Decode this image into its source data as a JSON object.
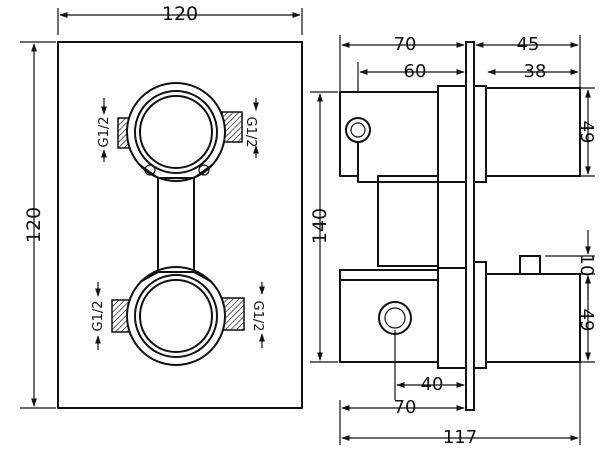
{
  "front_view": {
    "width_label": "120",
    "height_label": "120",
    "thread_labels": [
      "G1/2",
      "G1/2",
      "G1/2",
      "G1/2"
    ]
  },
  "side_view": {
    "dim_70_top": "70",
    "dim_45": "45",
    "dim_60": "60",
    "dim_38": "38",
    "dim_49_top": "49",
    "dim_140": "140",
    "dim_10": "10",
    "dim_49_bottom": "49",
    "dim_40": "40",
    "dim_70_bottom": "70",
    "dim_117": "117"
  }
}
